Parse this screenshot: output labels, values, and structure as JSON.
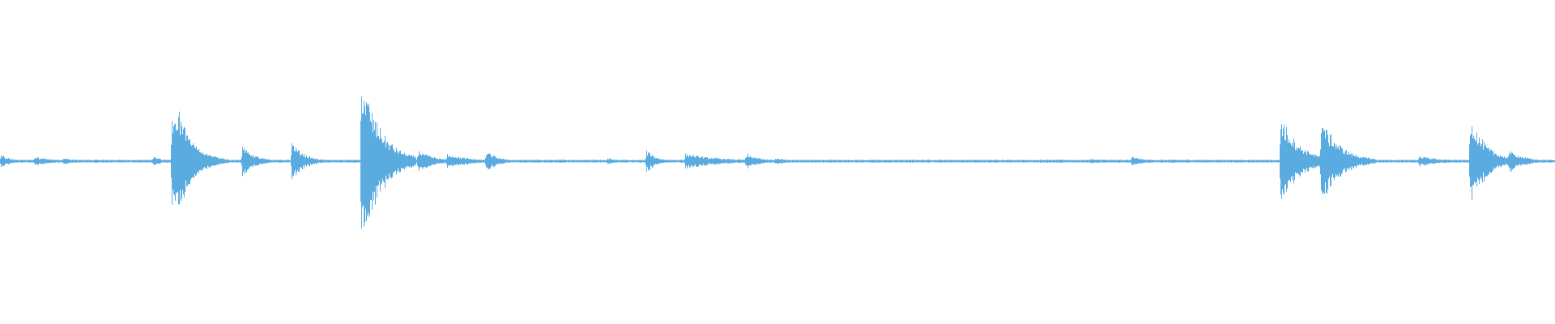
{
  "waveform": {
    "color": "#5aace0",
    "background": "#ffffff",
    "bursts": [
      {
        "t": 0.0,
        "amp": 0.06,
        "dur": 0.006
      },
      {
        "t": 0.022,
        "amp": 0.04,
        "dur": 0.012
      },
      {
        "t": 0.04,
        "amp": 0.03,
        "dur": 0.008
      },
      {
        "t": 0.098,
        "amp": 0.05,
        "dur": 0.005
      },
      {
        "t": 0.11,
        "amp": 0.42,
        "dur": 0.012
      },
      {
        "t": 0.114,
        "amp": 0.48,
        "dur": 0.008
      },
      {
        "t": 0.118,
        "amp": 0.3,
        "dur": 0.01
      },
      {
        "t": 0.155,
        "amp": 0.14,
        "dur": 0.008
      },
      {
        "t": 0.187,
        "amp": 0.18,
        "dur": 0.008
      },
      {
        "t": 0.232,
        "amp": 0.8,
        "dur": 0.012
      },
      {
        "t": 0.268,
        "amp": 0.1,
        "dur": 0.01
      },
      {
        "t": 0.287,
        "amp": 0.07,
        "dur": 0.014
      },
      {
        "t": 0.312,
        "amp": 0.09,
        "dur": 0.008
      },
      {
        "t": 0.39,
        "amp": 0.03,
        "dur": 0.006
      },
      {
        "t": 0.415,
        "amp": 0.1,
        "dur": 0.006
      },
      {
        "t": 0.44,
        "amp": 0.07,
        "dur": 0.024
      },
      {
        "t": 0.479,
        "amp": 0.07,
        "dur": 0.01
      },
      {
        "t": 0.498,
        "amp": 0.03,
        "dur": 0.01
      },
      {
        "t": 0.7,
        "amp": 0.02,
        "dur": 0.03
      },
      {
        "t": 0.727,
        "amp": 0.04,
        "dur": 0.01
      },
      {
        "t": 0.823,
        "amp": 0.42,
        "dur": 0.012
      },
      {
        "t": 0.849,
        "amp": 0.4,
        "dur": 0.012
      },
      {
        "t": 0.862,
        "amp": 0.04,
        "dur": 0.008
      },
      {
        "t": 0.912,
        "amp": 0.05,
        "dur": 0.014
      },
      {
        "t": 0.945,
        "amp": 0.42,
        "dur": 0.01
      },
      {
        "t": 0.97,
        "amp": 0.1,
        "dur": 0.01
      }
    ]
  }
}
